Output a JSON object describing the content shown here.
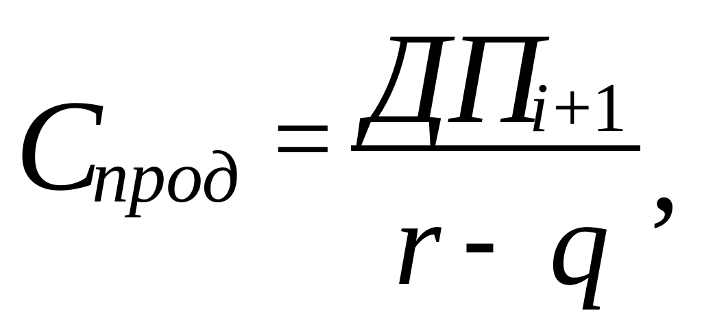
{
  "formula": {
    "main_variable": "C",
    "main_subscript": "прод",
    "equals": "=",
    "numerator_variable": "ДП",
    "numerator_subscript_index": "i",
    "numerator_subscript_rest": "+1",
    "denominator_left": "r",
    "denominator_operator": "-",
    "denominator_right": "q",
    "trailing_punctuation": ","
  }
}
